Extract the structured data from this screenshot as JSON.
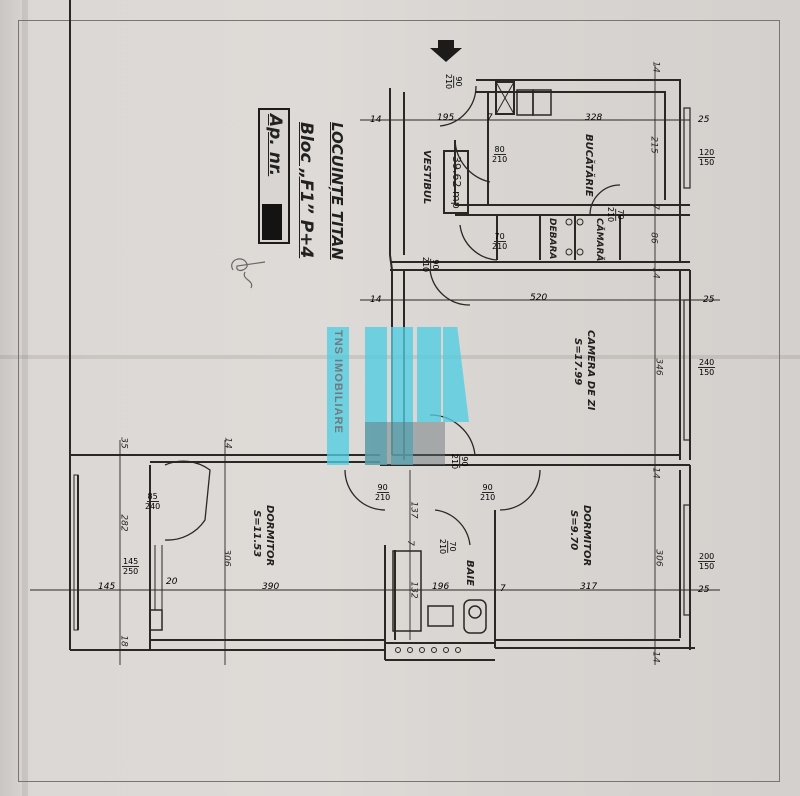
{
  "title_block": {
    "line1": "LOCUINȚE TITAN",
    "line2": "Bloc „F1” P+4",
    "apartment_label": "Ap. nr.",
    "apartment_number_redacted": true
  },
  "total_area": "39.62 mp",
  "watermark": {
    "text": "TNS IMOBILIARE",
    "color": "#50cde1"
  },
  "entrance_arrow": "down-arrow",
  "rooms": [
    {
      "name": "VESTIBUL",
      "area": ""
    },
    {
      "name": "BUCĂTĂRIE",
      "area": ""
    },
    {
      "name": "DEBARA",
      "area": ""
    },
    {
      "name": "CĂMARĂ",
      "area": ""
    },
    {
      "name": "CAMERA DE ZI",
      "area": "S=17.99"
    },
    {
      "name": "DORMITOR",
      "area": "S=11.53"
    },
    {
      "name": "DORMITOR",
      "area": "S=9.70"
    },
    {
      "name": "BAIE",
      "area": ""
    }
  ],
  "doors": [
    {
      "w": "90",
      "h": "210",
      "loc": "entrance"
    },
    {
      "w": "80",
      "h": "210",
      "loc": "kitchen"
    },
    {
      "w": "70",
      "h": "210",
      "loc": "debara"
    },
    {
      "w": "70",
      "h": "210",
      "loc": "camara"
    },
    {
      "w": "90",
      "h": "210",
      "loc": "vestibul-living"
    },
    {
      "w": "90",
      "h": "210",
      "loc": "living-hall"
    },
    {
      "w": "90",
      "h": "210",
      "loc": "hall-bedroom1"
    },
    {
      "w": "90",
      "h": "210",
      "loc": "hall-bedroom2"
    },
    {
      "w": "70",
      "h": "210",
      "loc": "bath"
    },
    {
      "w": "85",
      "h": "240",
      "loc": "balcony"
    }
  ],
  "windows": [
    {
      "w": "120",
      "h": "150",
      "loc": "kitchen"
    },
    {
      "w": "240",
      "h": "150",
      "loc": "living"
    },
    {
      "w": "200",
      "h": "150",
      "loc": "bedroom2"
    },
    {
      "w": "145",
      "h": "250",
      "loc": "balcony"
    }
  ],
  "dimensions": {
    "d195": "195",
    "d7a": "7",
    "d328": "328",
    "d215": "215",
    "d7b": "7",
    "d86": "86",
    "d14a": "14",
    "d14b": "14",
    "d14c": "14",
    "d14d": "14",
    "d14e": "14",
    "d14f": "14",
    "d14g": "14",
    "d25a": "25",
    "d25b": "25",
    "d25c": "25",
    "d520": "520",
    "d346": "346",
    "d35": "35",
    "d282": "282",
    "d145": "145",
    "d20": "20",
    "d18": "18",
    "d390": "390",
    "d306a": "306",
    "d137": "137",
    "d7c": "7",
    "d132": "132",
    "d196": "196",
    "d7d": "7",
    "d317": "317",
    "d306b": "306"
  }
}
